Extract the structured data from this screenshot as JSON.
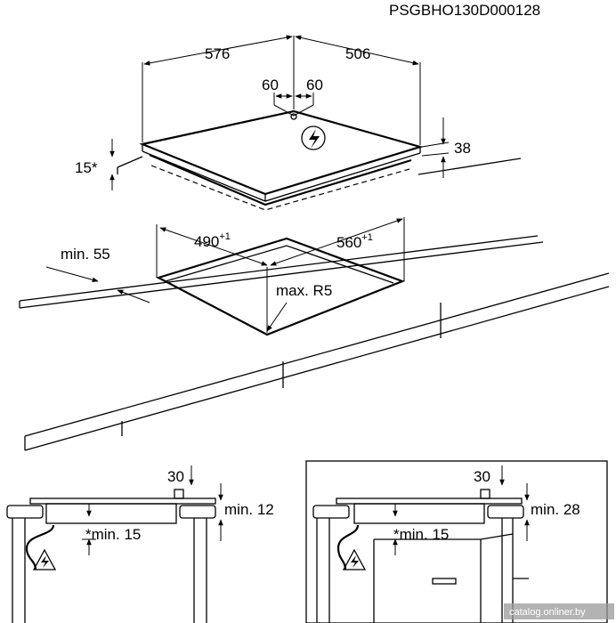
{
  "labels": {
    "code": "PSGBHO130D000128",
    "width": "576",
    "depth": "506",
    "offset_left": "60",
    "offset_right": "60",
    "min_gap_front": "15*",
    "height": "38",
    "cutout_width": "490",
    "cutout_width_tol": "+1",
    "cutout_depth": "560",
    "cutout_depth_tol": "+1",
    "min_front": "min. 55",
    "radius": "max. R5",
    "panel1_top": "30",
    "panel1_side": "min. 12",
    "panel1_below": "*min. 15",
    "panel2_top": "30",
    "panel2_side": "min. 28",
    "panel2_below": "*min. 15"
  },
  "watermark": "catalog.onliner.by",
  "icons": [
    "electric-warning-icon",
    "electric-warning-icon",
    "electric-warning-icon"
  ]
}
